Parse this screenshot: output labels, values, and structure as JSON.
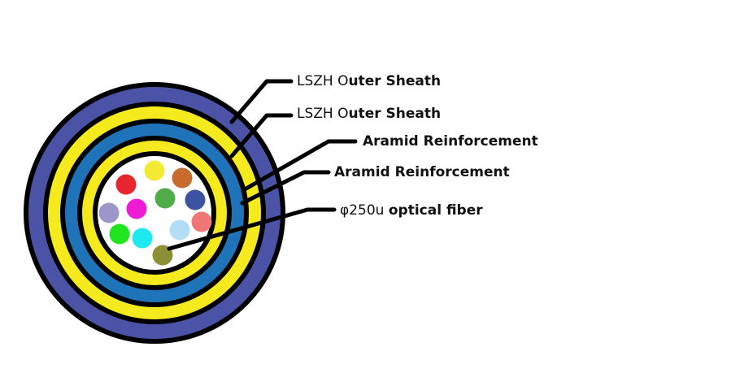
{
  "diagram": {
    "layers": [
      {
        "name": "outer-sheath",
        "fill": "#4a53a5"
      },
      {
        "name": "outer-sheath-2",
        "fill": "#f5ea1d"
      },
      {
        "name": "aramid-1",
        "fill": "#1f73b8"
      },
      {
        "name": "aramid-2",
        "fill": "#f5ea1d"
      },
      {
        "name": "core",
        "fill": "#ffffff"
      }
    ],
    "fibers": [
      {
        "color": "#e8262f"
      },
      {
        "color": "#f2ea33"
      },
      {
        "color": "#c86a2e"
      },
      {
        "color": "#4fac48"
      },
      {
        "color": "#3d52a1"
      },
      {
        "color": "#9b97c9"
      },
      {
        "color": "#ed1cd4"
      },
      {
        "color": "#f07676"
      },
      {
        "color": "#b3dcf5"
      },
      {
        "color": "#1fe51f"
      },
      {
        "color": "#1ee8f0"
      },
      {
        "color": "#8c8f35"
      }
    ],
    "labels": [
      {
        "prefix": "LSZH O",
        "bold": "uter Sheath"
      },
      {
        "prefix": "LSZH O",
        "bold": "uter Sheath"
      },
      {
        "prefix": "",
        "bold": "Aramid Reinforcement"
      },
      {
        "prefix": "",
        "bold": "Aramid Reinforcement"
      },
      {
        "prefix": "φ250u ",
        "bold": "optical fiber"
      }
    ]
  }
}
